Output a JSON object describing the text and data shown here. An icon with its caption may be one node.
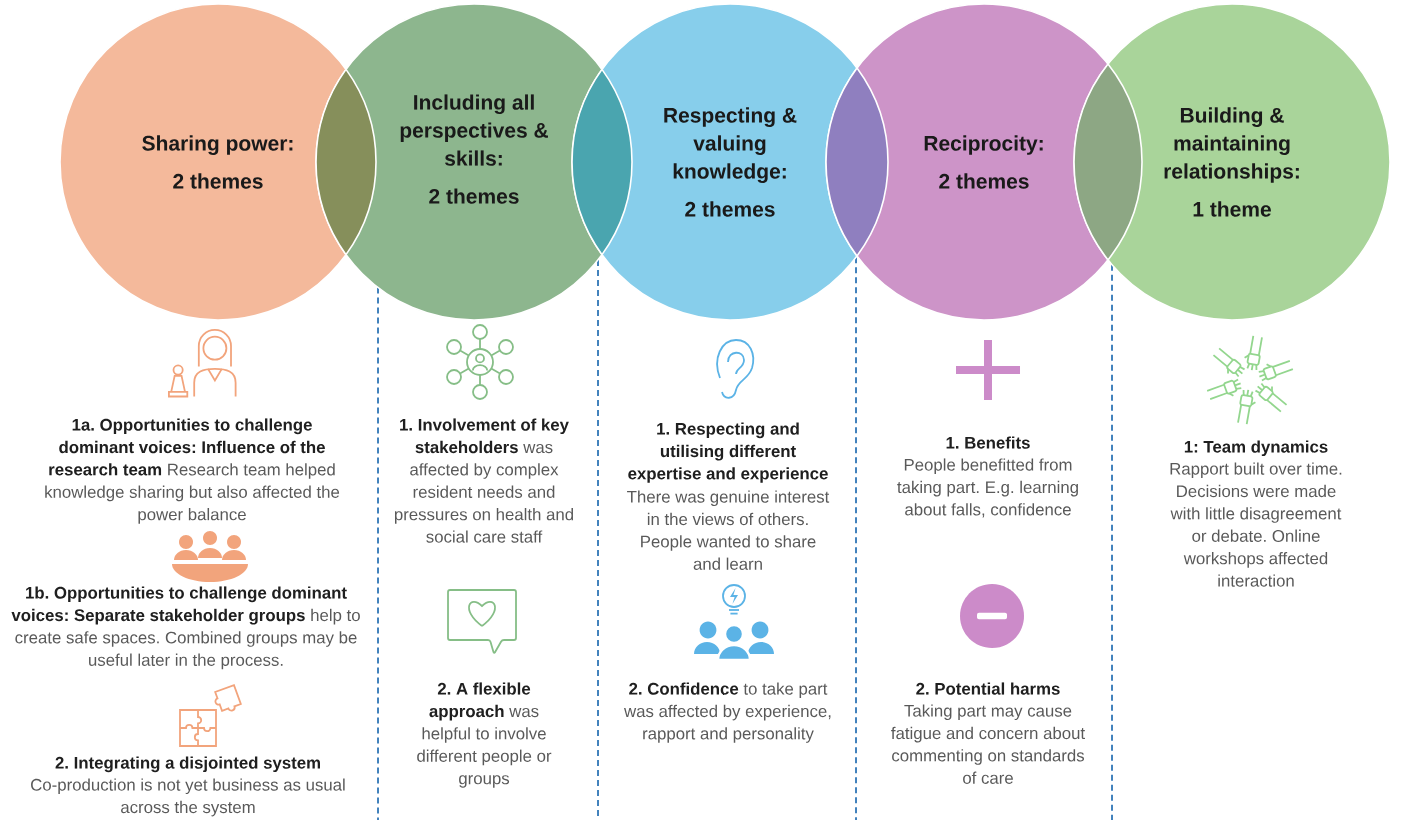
{
  "diagram": {
    "nodes": [
      {
        "text": [
          "Sharing power:",
          "2 themes"
        ]
      },
      {
        "text": [
          "Including all perspectives & skills:",
          "2 themes"
        ]
      },
      {
        "text": [
          "Respecting & valuing knowledge:",
          "2 themes"
        ]
      },
      {
        "text": [
          "Reciprocity:",
          "2 themes"
        ]
      },
      {
        "text": [
          "Building & maintaining relationships:",
          "1 theme"
        ]
      }
    ],
    "labels": [
      "**1a. Opportunities to challenge dominant voices: Influence of the research team** Research team helped knowledge sharing but also affected the power balance",
      "**1b. Opportunities to challenge dominant voices: Separate stakeholder groups** help to create safe spaces. Combined groups may be useful later in the process.",
      "2. Integrating a disjointed system",
      "Co-production is not yet business as usual across the system",
      "**1. Involvement of key stakeholders** was affected by complex resident needs and pressures on health and social care staff",
      "**2. A flexible approach** was helpful to involve different people or groups",
      "1. Respecting and utilising different expertise and experience",
      "There was genuine interest in the views of others. People wanted to share and learn",
      "**2. Confidence** to take part was affected by experience, rapport and personality",
      "1. Benefits",
      "People benefitted from taking part. E.g. learning about falls, confidence",
      "2. Potential harms",
      "Taking part may cause fatigue and concern about commenting on standards of care",
      "1: Team dynamics",
      "Rapport built over time. Decisions were made with little disagreement or debate. Online workshops affected interaction"
    ]
  }
}
